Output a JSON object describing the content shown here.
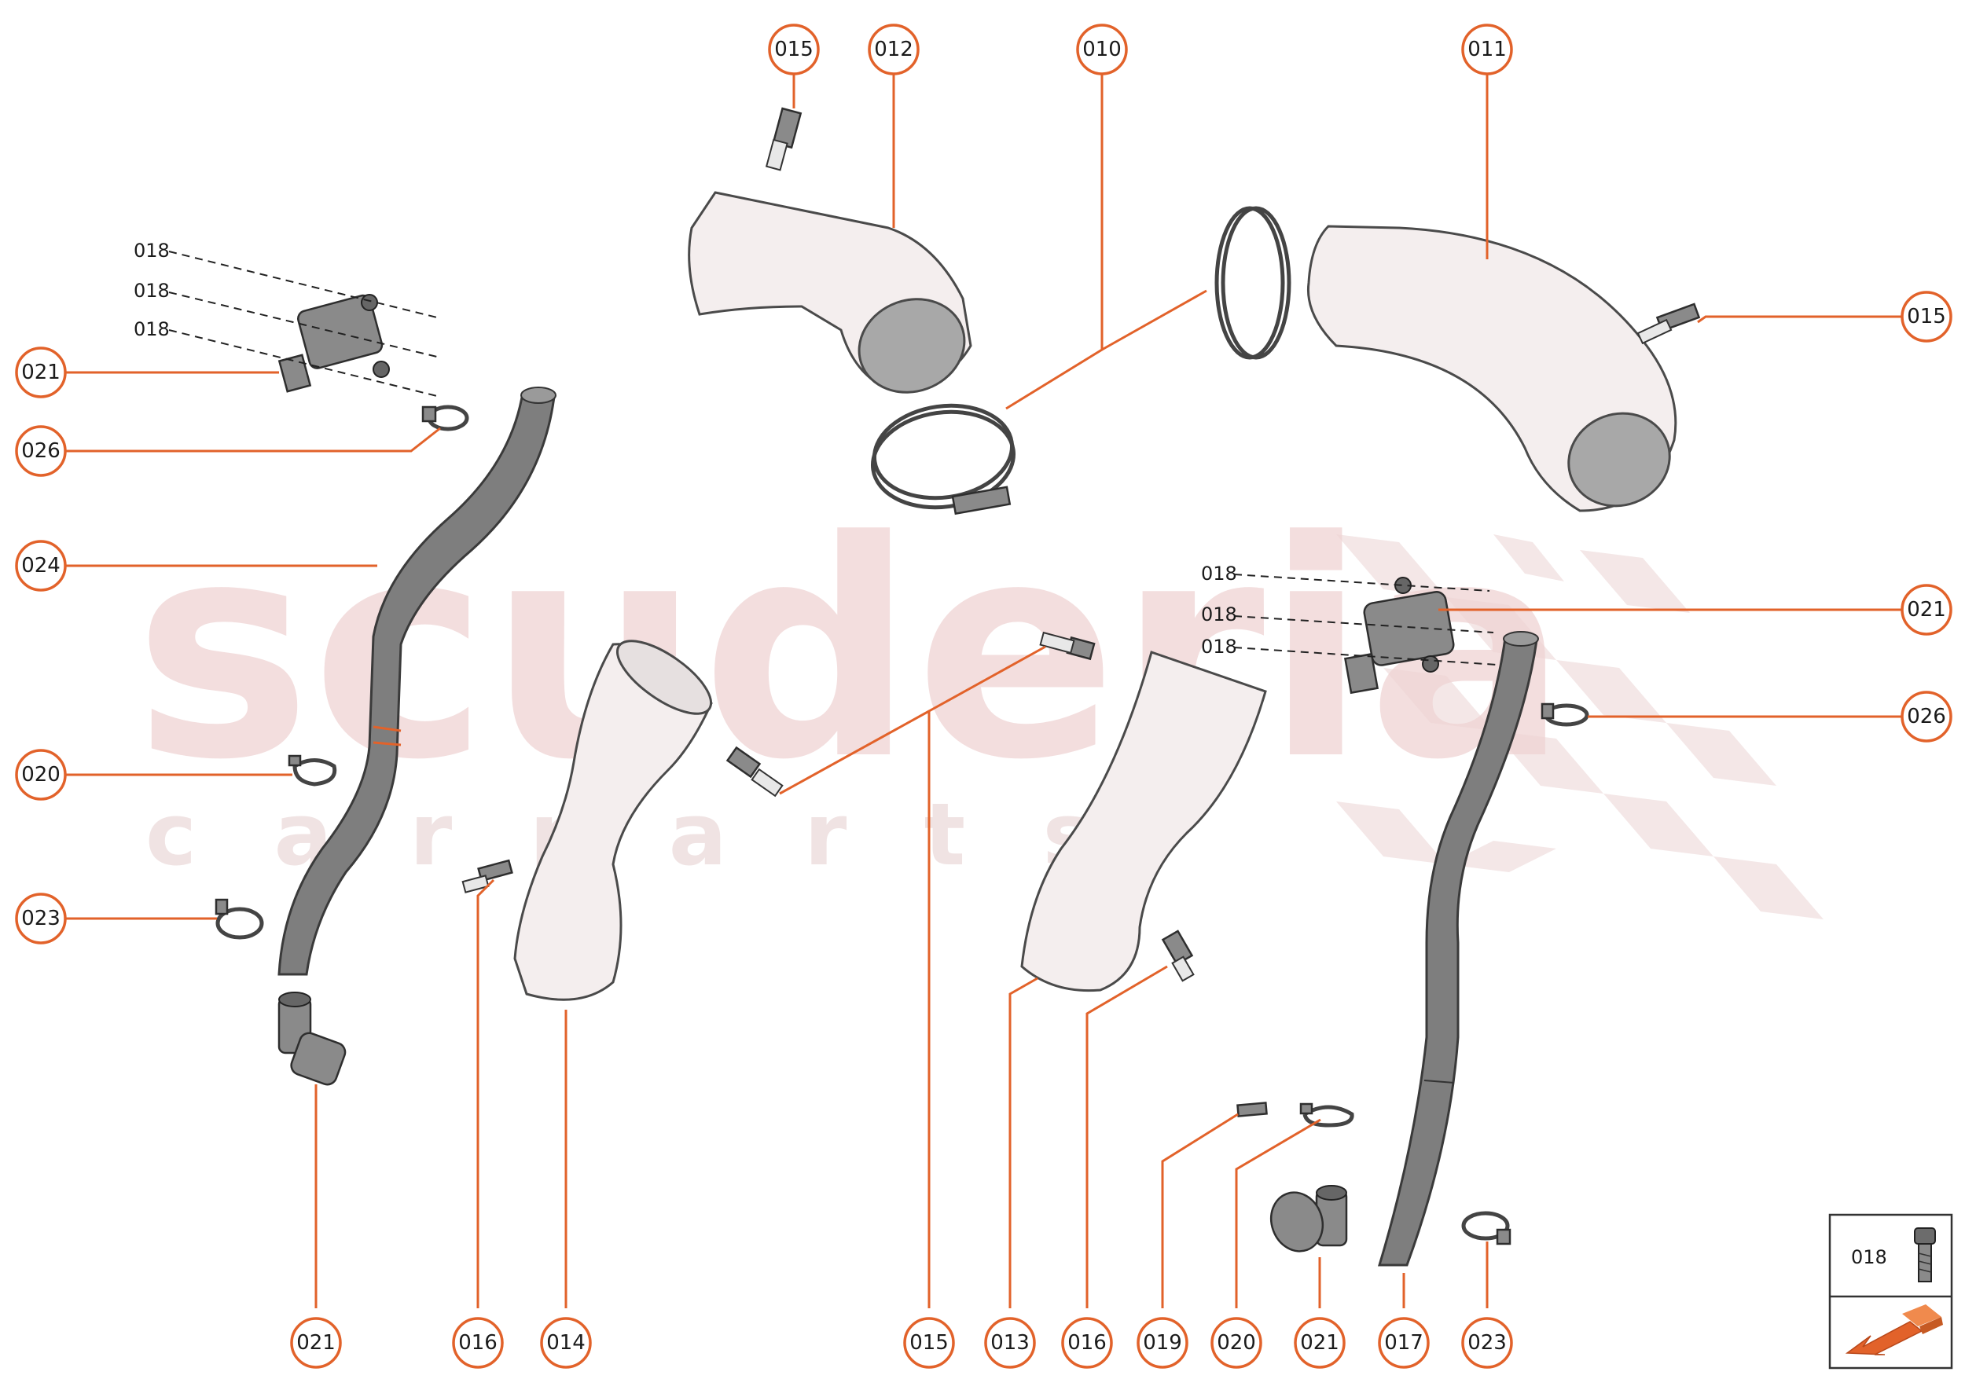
{
  "watermark": {
    "main": "scuderia",
    "sub": "c a r p a r t s"
  },
  "callouts": [
    {
      "id": "015",
      "name": "callout-015-top"
    },
    {
      "id": "012",
      "name": "callout-012"
    },
    {
      "id": "010",
      "name": "callout-010"
    },
    {
      "id": "011",
      "name": "callout-011"
    },
    {
      "id": "015",
      "name": "callout-015-right"
    },
    {
      "id": "021",
      "name": "callout-021-left"
    },
    {
      "id": "026",
      "name": "callout-026-left"
    },
    {
      "id": "024",
      "name": "callout-024"
    },
    {
      "id": "020",
      "name": "callout-020-left"
    },
    {
      "id": "023",
      "name": "callout-023-left"
    },
    {
      "id": "021",
      "name": "callout-021-right"
    },
    {
      "id": "026",
      "name": "callout-026-right"
    },
    {
      "id": "021",
      "name": "callout-021-bottom-left"
    },
    {
      "id": "016",
      "name": "callout-016-left"
    },
    {
      "id": "014",
      "name": "callout-014"
    },
    {
      "id": "015",
      "name": "callout-015-bottom"
    },
    {
      "id": "013",
      "name": "callout-013"
    },
    {
      "id": "016",
      "name": "callout-016-right"
    },
    {
      "id": "019",
      "name": "callout-019"
    },
    {
      "id": "020",
      "name": "callout-020-bottom"
    },
    {
      "id": "021",
      "name": "callout-021-bottom-right"
    },
    {
      "id": "017",
      "name": "callout-017"
    },
    {
      "id": "023",
      "name": "callout-023-bottom"
    }
  ],
  "screw_labels": [
    "018",
    "018",
    "018",
    "018",
    "018",
    "018"
  ],
  "legend": {
    "label": "018",
    "icon": "screw-icon",
    "nav_icon": "direction-arrow-icon"
  },
  "colors": {
    "leader": "#e2622a",
    "watermark": "#efd4d4"
  }
}
